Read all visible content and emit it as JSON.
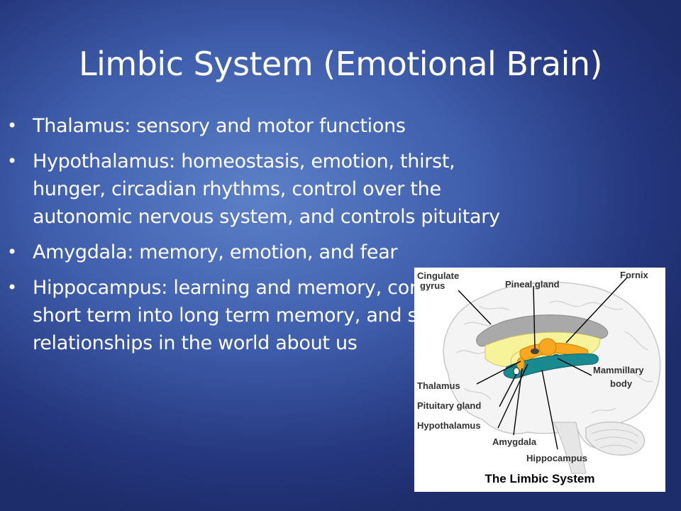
{
  "slide": {
    "title": "Limbic System (Emotional Brain)",
    "bullets": [
      {
        "lines": [
          "Thalamus: sensory and motor functions"
        ]
      },
      {
        "lines": [
          "Hypothalamus: homeostasis, emotion, thirst,",
          "hunger, circadian rhythms, control over the",
          "autonomic nervous system, and controls pituitary"
        ]
      },
      {
        "lines": [
          "Amygdala: memory, emotion, and fear"
        ]
      },
      {
        "lines": [
          "Hippocampus: learning and memory, converting",
          "short term into long term memory, and spatial",
          "relationships in the world about us"
        ]
      }
    ]
  },
  "figure": {
    "caption": "The Limbic System",
    "labels": {
      "cingulate_1": "Cingulate",
      "cingulate_2": "gyrus",
      "pineal": "Pineal gland",
      "fornix": "Fornix",
      "mammillary_1": "Mammillary",
      "mammillary_2": "body",
      "thalamus": "Thalamus",
      "pituitary": "Pituitary gland",
      "hypothalamus": "Hypothalamus",
      "amygdala": "Amygdala",
      "hippocampus": "Hippocampus"
    },
    "colors": {
      "cingulate": "#a9a9a9",
      "thalamus": "#f6f39a",
      "fornix_region": "#f7a81e",
      "hippocampus": "#1a8a91"
    }
  }
}
